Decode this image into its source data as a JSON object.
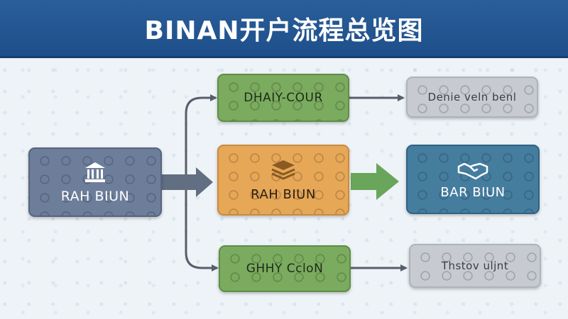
{
  "title": "BINAN开户流程总览图",
  "nodes": {
    "start": "RAH BIUN",
    "top_middle": "DHAIY-COUR",
    "center": "RAH BIUN",
    "bottom_middle": "GHHY CcloN",
    "top_right": "Denie veln benl",
    "center_right": "BAR BIUN",
    "bottom_right": "Thstov uljnt"
  },
  "icons": {
    "start": "bank-icon",
    "center": "stack-icon",
    "center_right": "handshake-icon"
  },
  "colors": {
    "header": "#1e4f8a",
    "start": "#6d7e9b",
    "green": "#7aab5e",
    "orange": "#e6a757",
    "grey": "#c7cbd1",
    "blue": "#457d9f",
    "arrow": "#565f6b",
    "big_arrow": "#69a55a"
  }
}
